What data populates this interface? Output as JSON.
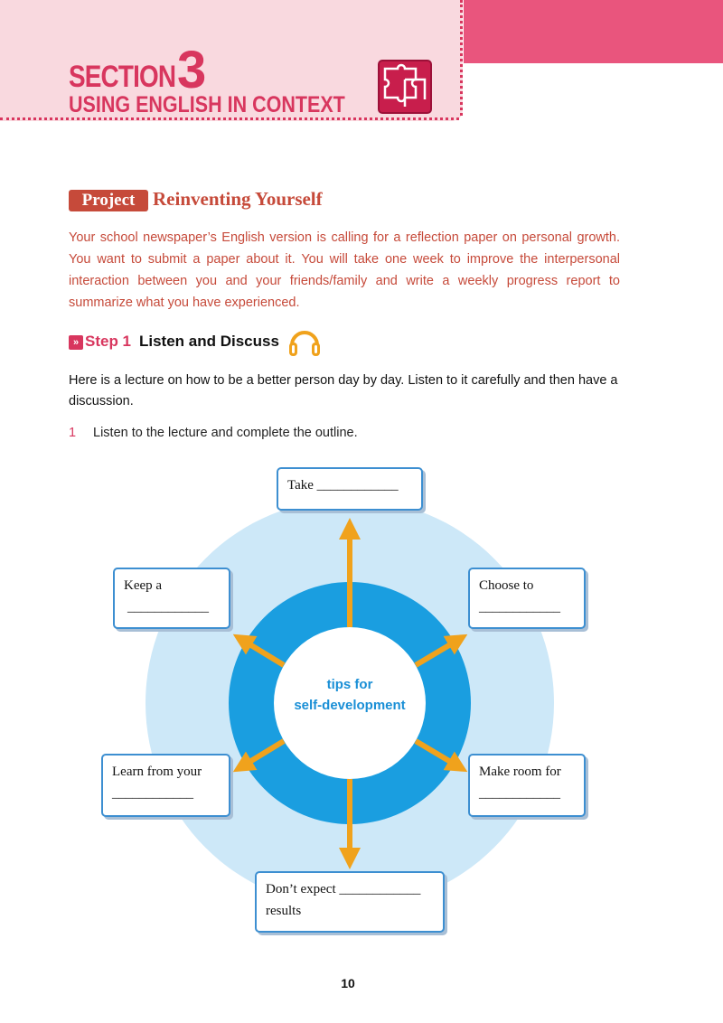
{
  "header": {
    "section_word": "SECTION",
    "section_number": "3",
    "subtitle": "USING ENGLISH IN CONTEXT",
    "icon": "puzzle-icon",
    "colors": {
      "accent": "#d8365e",
      "pink_bg": "#f9d9df",
      "bar": "#e9557d"
    }
  },
  "project": {
    "tag": "Project",
    "title": "Reinventing Yourself",
    "intro": "Your school newspaper’s English version is calling for a reflection paper on personal growth. You want to submit a paper about it. You will take one week to improve the interpersonal interaction between you and your friends/family and write a weekly progress report to summarize what you have experienced."
  },
  "step": {
    "label": "Step 1",
    "title": "Listen and Discuss",
    "icon": "headphones-icon",
    "text": "Here is a lecture on how to be a better person day by day. Listen to it carefully and then have a discussion."
  },
  "question": {
    "number": "1",
    "text": "Listen to the lecture and complete the outline."
  },
  "diagram": {
    "center_line1": "tips for",
    "center_line2": "self-development",
    "boxes": {
      "top": {
        "line1": "Take ____________",
        "line2": ""
      },
      "top_left": {
        "line1": "Keep a",
        "line2": "____________"
      },
      "top_right": {
        "line1": "Choose to",
        "line2": "____________"
      },
      "bottom_left": {
        "line1": "Learn from your",
        "line2": "____________"
      },
      "bottom_right": {
        "line1": "Make room for",
        "line2": "____________"
      },
      "bottom": {
        "line1": "Don’t expect ____________",
        "line2": "results"
      }
    },
    "colors": {
      "outer": "#cde8f8",
      "ring": "#1a9ee0",
      "arrow": "#f0a21c",
      "box_border": "#3d8fd1"
    }
  },
  "page_number": "10"
}
